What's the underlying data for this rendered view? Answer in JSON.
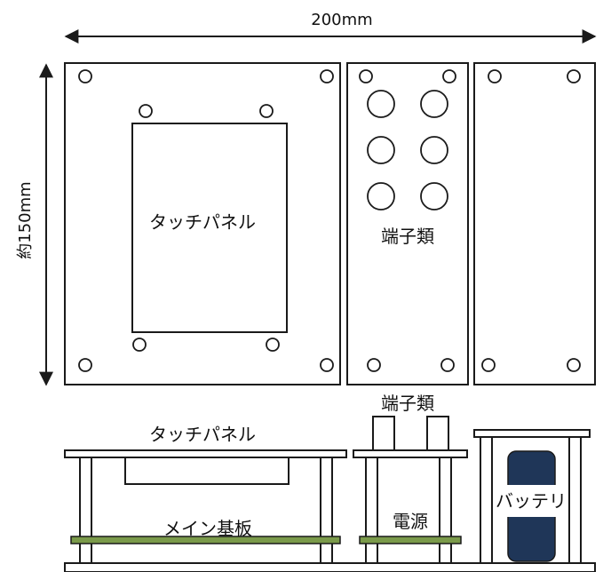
{
  "dimensions": {
    "width_label": "200mm",
    "height_label": "約150mm"
  },
  "front_view": {
    "touch_panel_label": "タッチパネル",
    "terminals_label": "端子類"
  },
  "side_view": {
    "touch_panel_label": "タッチパネル",
    "main_board_label": "メイン基板",
    "terminals_label": "端子類",
    "power_label": "電源",
    "battery_label": "バッテリ"
  },
  "colors": {
    "board_green": "#7a9a4a",
    "battery_navy": "#1f3658",
    "line": "#1a1a1a"
  }
}
